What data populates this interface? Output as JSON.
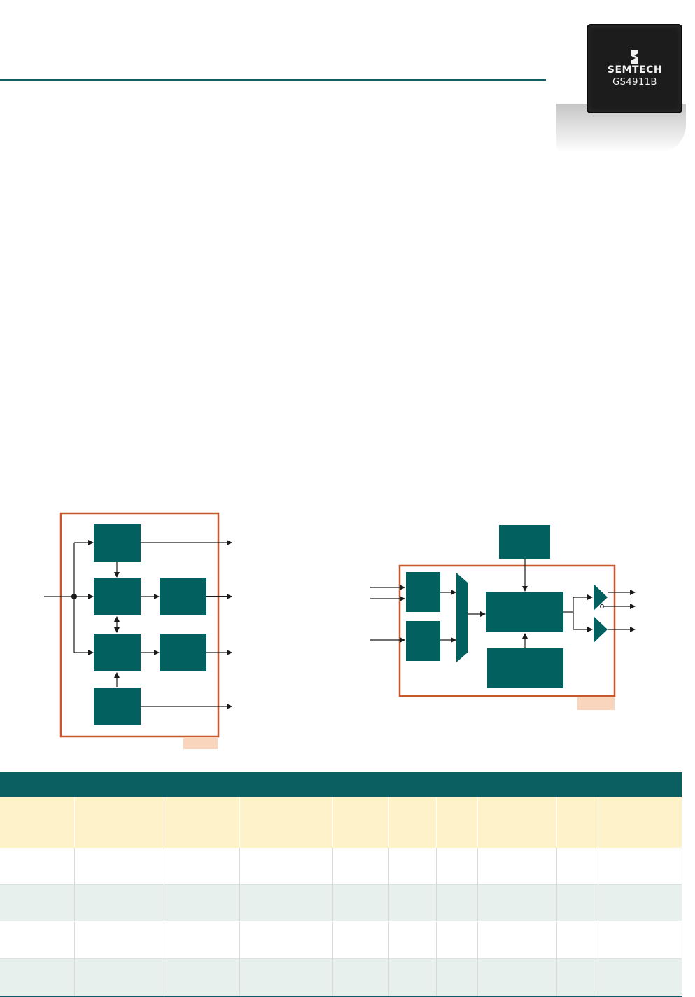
{
  "header": {
    "chip_brand": "SEMTECH",
    "chip_part": "GS4911B"
  },
  "colors": {
    "teal": "#0b5f60",
    "outline_orange": "#c8582b",
    "tag_peach": "#f8d5bc",
    "table_header_bg": "#fdf2c9",
    "table_alt_row_bg": "#e7f0ec"
  },
  "table": {
    "column_count": 10,
    "body_row_count": 4
  }
}
